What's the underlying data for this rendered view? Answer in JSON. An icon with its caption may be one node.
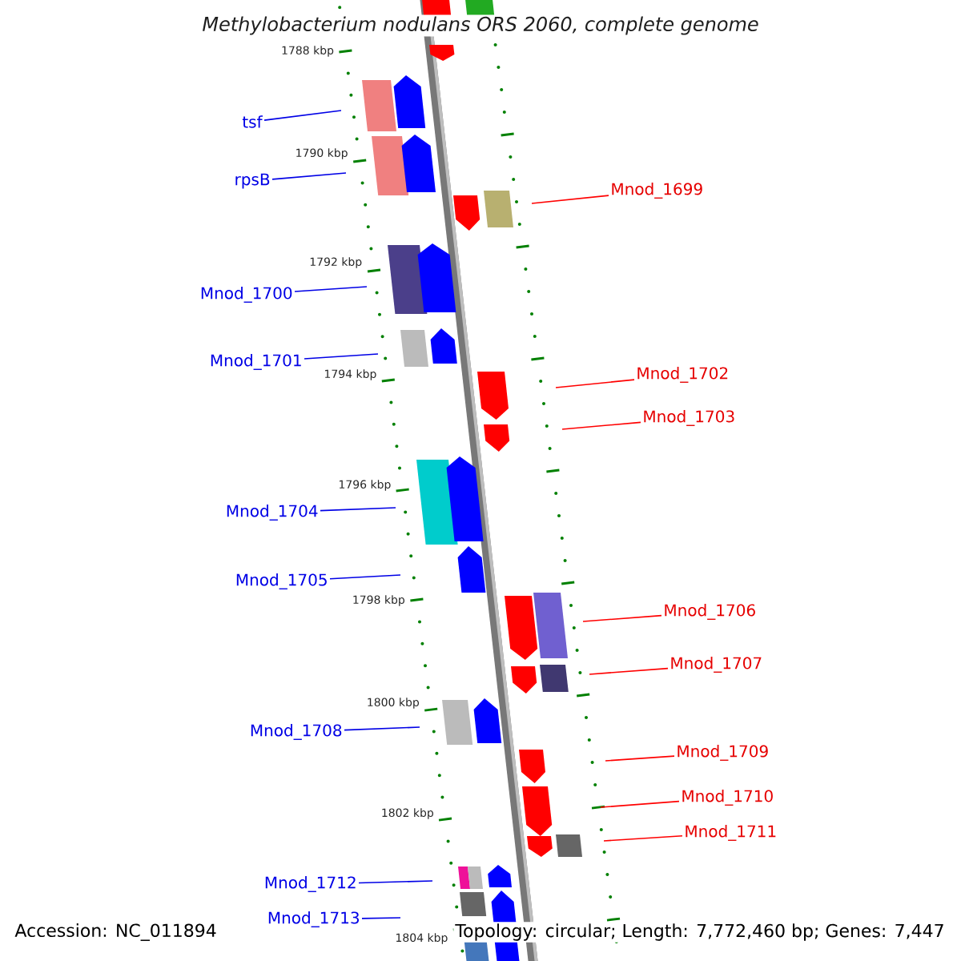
{
  "diagram": {
    "title": "Methylobacterium nodulans ORS 2060, complete genome",
    "nodes": [
      {
        "text": [
          "tsf"
        ]
      },
      {
        "text": [
          "rpsB"
        ]
      },
      {
        "text": [
          "Mnod_1700"
        ]
      },
      {
        "text": [
          "Mnod_1701"
        ]
      },
      {
        "text": [
          "Mnod_1704"
        ]
      },
      {
        "text": [
          "Mnod_1705"
        ]
      },
      {
        "text": [
          "Mnod_1708"
        ]
      },
      {
        "text": [
          "Mnod_1712"
        ]
      },
      {
        "text": [
          "Mnod_1713"
        ]
      },
      {
        "text": [
          "Mnod_1699"
        ]
      },
      {
        "text": [
          "Mnod_1702"
        ]
      },
      {
        "text": [
          "Mnod_1703"
        ]
      },
      {
        "text": [
          "Mnod_1706"
        ]
      },
      {
        "text": [
          "Mnod_1707"
        ]
      },
      {
        "text": [
          "Mnod_1709"
        ]
      },
      {
        "text": [
          "Mnod_1710"
        ]
      },
      {
        "text": [
          "Mnod_1711"
        ]
      }
    ],
    "edges": [
      {
        "from": 0,
        "to": null,
        "arrow": "none"
      },
      {
        "from": 1,
        "to": null,
        "arrow": "none"
      },
      {
        "from": 2,
        "to": null,
        "arrow": "none"
      },
      {
        "from": 3,
        "to": null,
        "arrow": "none"
      },
      {
        "from": 4,
        "to": null,
        "arrow": "none"
      },
      {
        "from": 5,
        "to": null,
        "arrow": "none"
      },
      {
        "from": 6,
        "to": null,
        "arrow": "none"
      },
      {
        "from": 7,
        "to": null,
        "arrow": "none"
      },
      {
        "from": 8,
        "to": null,
        "arrow": "none"
      },
      {
        "from": 9,
        "to": null,
        "arrow": "none",
        "color": "#ff0000"
      },
      {
        "from": 10,
        "to": null,
        "arrow": "none",
        "color": "#ff0000"
      },
      {
        "from": 11,
        "to": null,
        "arrow": "none",
        "color": "#ff0000"
      },
      {
        "from": 12,
        "to": null,
        "arrow": "none",
        "color": "#ff0000"
      },
      {
        "from": 13,
        "to": null,
        "arrow": "none",
        "color": "#ff0000"
      },
      {
        "from": 14,
        "to": null,
        "arrow": "none",
        "color": "#ff0000"
      },
      {
        "from": 15,
        "to": null,
        "arrow": "none",
        "color": "#ff0000"
      },
      {
        "from": 16,
        "to": null,
        "arrow": "none",
        "color": "#ff0000"
      }
    ],
    "labels": [
      "1788 kbp",
      "1790 kbp",
      "1792 kbp",
      "1794 kbp",
      "1796 kbp",
      "1798 kbp",
      "1800 kbp",
      "1802 kbp",
      "1804 kbp",
      "Accession: NC_011894",
      "Topology: circular; Length: 7,772,460 bp; Genes: 7,447"
    ]
  }
}
